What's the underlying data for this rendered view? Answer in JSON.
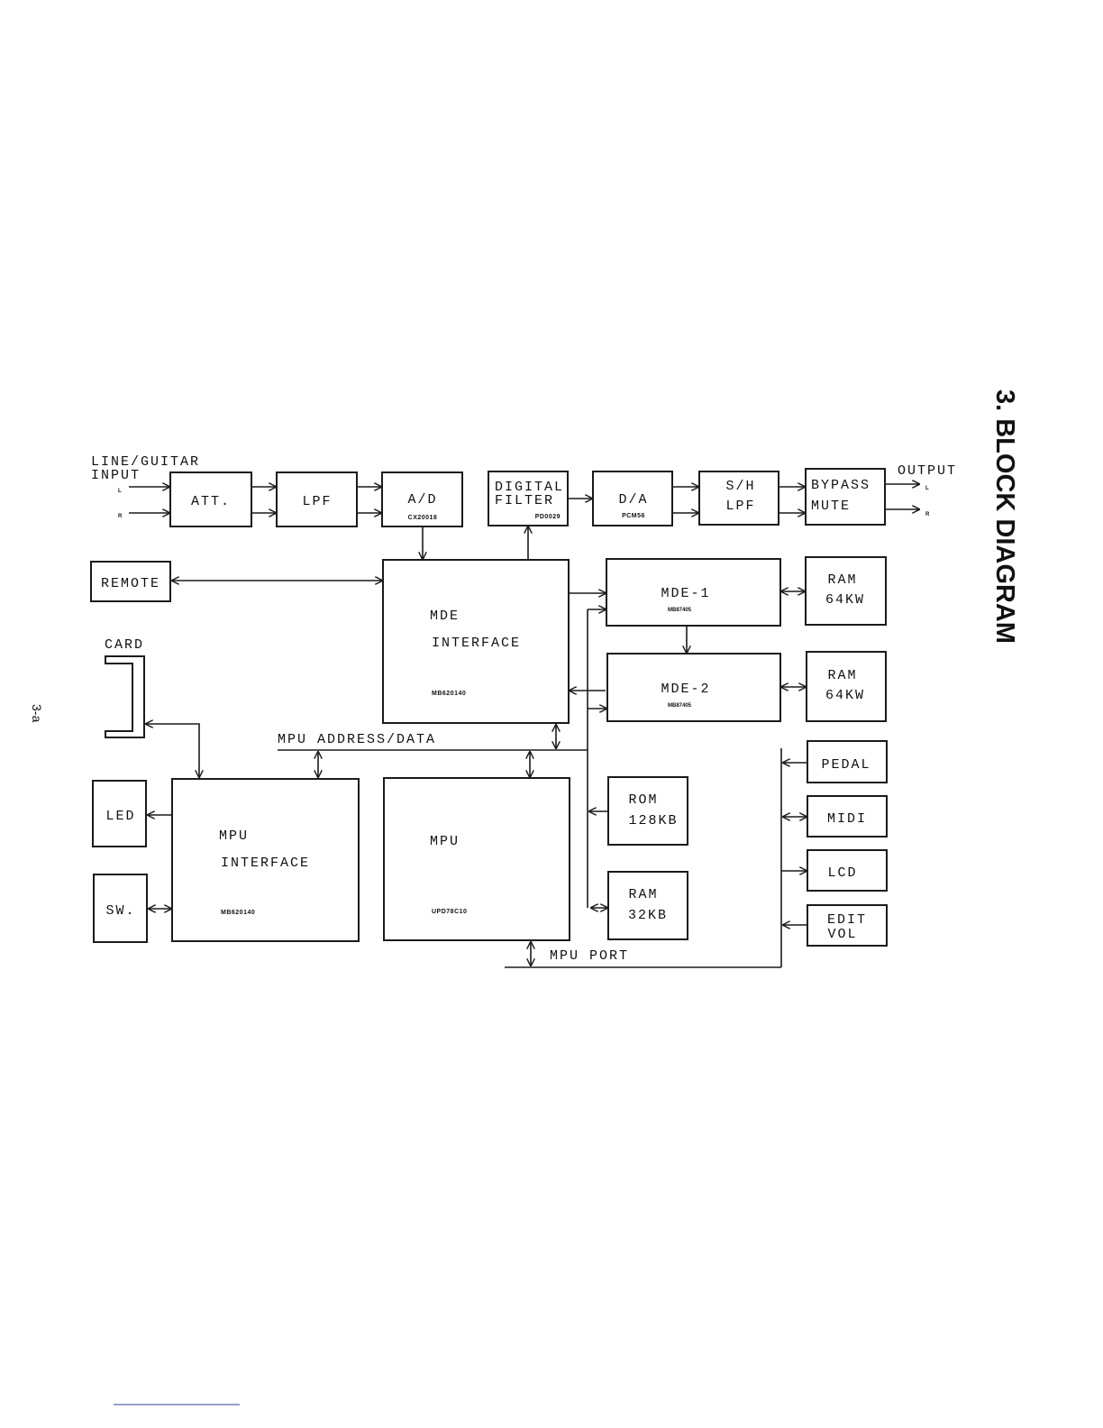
{
  "heading": "3. BLOCK DIAGRAM",
  "page_number": "3-a",
  "input": {
    "label_line1": "LINE/GUITAR",
    "label_line2": "INPUT",
    "left": "L",
    "right": "R"
  },
  "output": {
    "label": "OUTPUT",
    "left": "L",
    "right": "R"
  },
  "blocks": {
    "att": {
      "label": "ATT."
    },
    "lpf": {
      "label": "LPF"
    },
    "ad": {
      "label": "A/D",
      "chip": "CX20018"
    },
    "digital_filter": {
      "line1": "DIGITAL",
      "line2": "FILTER",
      "chip": "PD0029"
    },
    "da": {
      "label": "D/A",
      "chip": "PCM56"
    },
    "sh_lpf": {
      "line1": "S/H",
      "line2": "LPF"
    },
    "bypass_mute": {
      "line1": "BYPASS",
      "line2": "MUTE"
    },
    "remote": {
      "label": "REMOTE"
    },
    "mde_interface": {
      "line1": "MDE",
      "line2": "INTERFACE",
      "chip": "MB620140"
    },
    "mde1": {
      "label": "MDE-1",
      "chip": "MB87405"
    },
    "mde2": {
      "label": "MDE-2",
      "chip": "MB87405"
    },
    "ram1": {
      "line1": "RAM",
      "line2": "64KW"
    },
    "ram2": {
      "line1": "RAM",
      "line2": "64KW"
    },
    "card": {
      "label": "CARD"
    },
    "led": {
      "label": "LED"
    },
    "sw": {
      "label": "SW."
    },
    "mpu_interface": {
      "line1": "MPU",
      "line2": "INTERFACE",
      "chip": "MB620140"
    },
    "mpu": {
      "label": "MPU",
      "chip": "UPD78C10"
    },
    "rom": {
      "line1": "ROM",
      "line2": "128KB"
    },
    "ram3": {
      "line1": "RAM",
      "line2": "32KB"
    },
    "pedal": {
      "label": "PEDAL"
    },
    "midi": {
      "label": "MIDI"
    },
    "lcd": {
      "label": "LCD"
    },
    "edit_vol": {
      "line1": "EDIT",
      "line2": "VOL"
    }
  },
  "buses": {
    "address_data": "MPU ADDRESS/DATA",
    "port": "MPU PORT"
  }
}
